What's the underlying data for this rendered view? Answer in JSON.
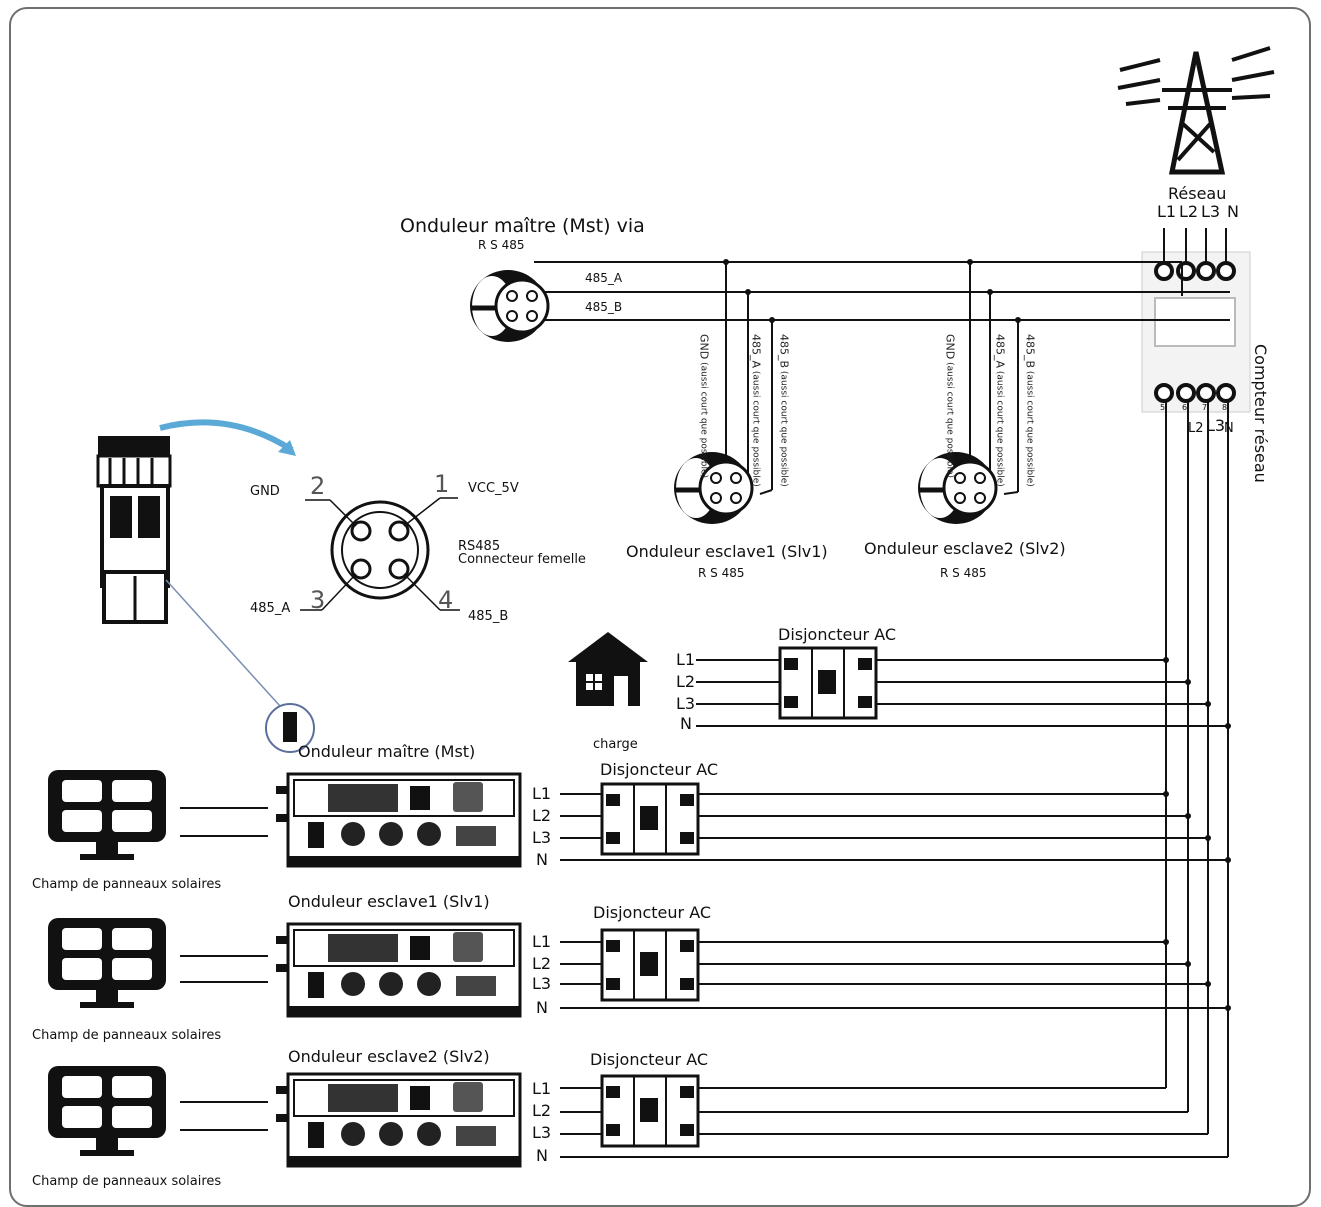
{
  "grid": {
    "title": "Réseau",
    "phases": [
      "L1",
      "L2",
      "L3",
      "N"
    ]
  },
  "meter": {
    "title": "Compteur réseau",
    "terminals": [
      "5",
      "6",
      "7",
      "8"
    ],
    "out_labels": [
      "L2",
      "L3",
      "N"
    ]
  },
  "rs485": {
    "master_title": "Onduleur maître (Mst) via",
    "master_sub": "R S 485",
    "line_a": "485_A",
    "line_b": "485_B",
    "slave1_title": "Onduleur esclave1 (Slv1)",
    "slave1_sub": "R S 485",
    "slave2_title": "Onduleur esclave2 (Slv2)",
    "slave2_sub": "R S 485",
    "cable_notes": [
      {
        "name": "GND",
        "note": "(aussi court que possible)"
      },
      {
        "name": "485_A",
        "note": "(aussi court que possible)"
      },
      {
        "name": "485_B",
        "note": "(aussi court que possible)"
      }
    ]
  },
  "pinout": {
    "title": "RS485",
    "subtitle": "Connecteur femelle",
    "pins": [
      {
        "num": "1",
        "name": "VCC_5V"
      },
      {
        "num": "2",
        "name": "GND"
      },
      {
        "num": "3",
        "name": "485_A"
      },
      {
        "num": "4",
        "name": "485_B"
      }
    ]
  },
  "load": {
    "label": "charge",
    "breaker": "Disjoncteur AC",
    "lines": [
      "L1",
      "L2",
      "L3",
      "N"
    ]
  },
  "inverters": [
    {
      "title": "Onduleur maître (Mst)",
      "breaker": "Disjoncteur AC",
      "pv": "Champ de panneaux solaires",
      "lines": [
        "L1",
        "L2",
        "L3",
        "N"
      ]
    },
    {
      "title": "Onduleur esclave1 (Slv1)",
      "breaker": "Disjoncteur AC",
      "pv": "Champ de panneaux solaires",
      "lines": [
        "L1",
        "L2",
        "L3",
        "N"
      ]
    },
    {
      "title": "Onduleur esclave2 (Slv2)",
      "breaker": "Disjoncteur AC",
      "pv": "Champ de panneaux solaires",
      "lines": [
        "L1",
        "L2",
        "L3",
        "N"
      ]
    }
  ],
  "colors": {
    "line": "#111111",
    "arrow": "#5aa9d6",
    "frame": "#6f6f6f"
  }
}
